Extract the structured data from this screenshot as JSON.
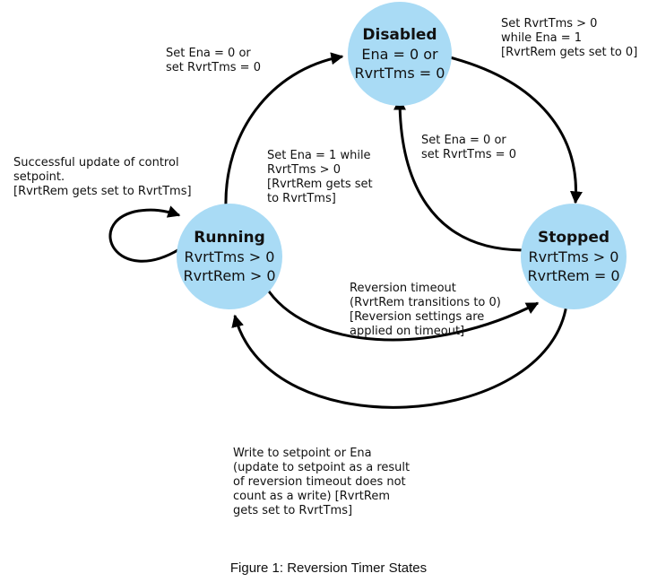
{
  "states": {
    "disabled": {
      "name": "Disabled",
      "lines": [
        "Ena = 0 or",
        "RvrtTms = 0"
      ]
    },
    "running": {
      "name": "Running",
      "lines": [
        "RvrtTms > 0",
        "RvrtRem > 0"
      ]
    },
    "stopped": {
      "name": "Stopped",
      "lines": [
        "RvrtTms > 0",
        "RvrtRem = 0"
      ]
    }
  },
  "transitions": {
    "running_to_disabled": [
      "Set Ena = 0 or",
      "set RvrtTms = 0"
    ],
    "disabled_to_stopped": [
      "Set RvrtTms > 0",
      "while Ena = 1",
      "[RvrtRem gets set to 0]"
    ],
    "stopped_to_disabled": [
      "Set Ena = 0 or",
      "set RvrtTms = 0"
    ],
    "disabled_to_running": [
      "Set Ena = 1 while",
      "RvrtTms > 0",
      "[RvrtRem gets set",
      "to RvrtTms]"
    ],
    "running_self_loop": [
      "Successful update of control",
      "setpoint.",
      "[RvrtRem gets set to RvrtTms]"
    ],
    "running_to_stopped": [
      "Reversion timeout",
      "(RvrtRem transitions to 0)",
      "[Reversion settings are",
      "applied on timeout]"
    ],
    "stopped_to_running": [
      "Write to setpoint or Ena",
      "(update to setpoint as a result",
      "of reversion timeout does not",
      "count as a write) [RvrtRem",
      "gets set to RvrtTms]"
    ]
  },
  "caption": "Figure 1: Reversion Timer States"
}
